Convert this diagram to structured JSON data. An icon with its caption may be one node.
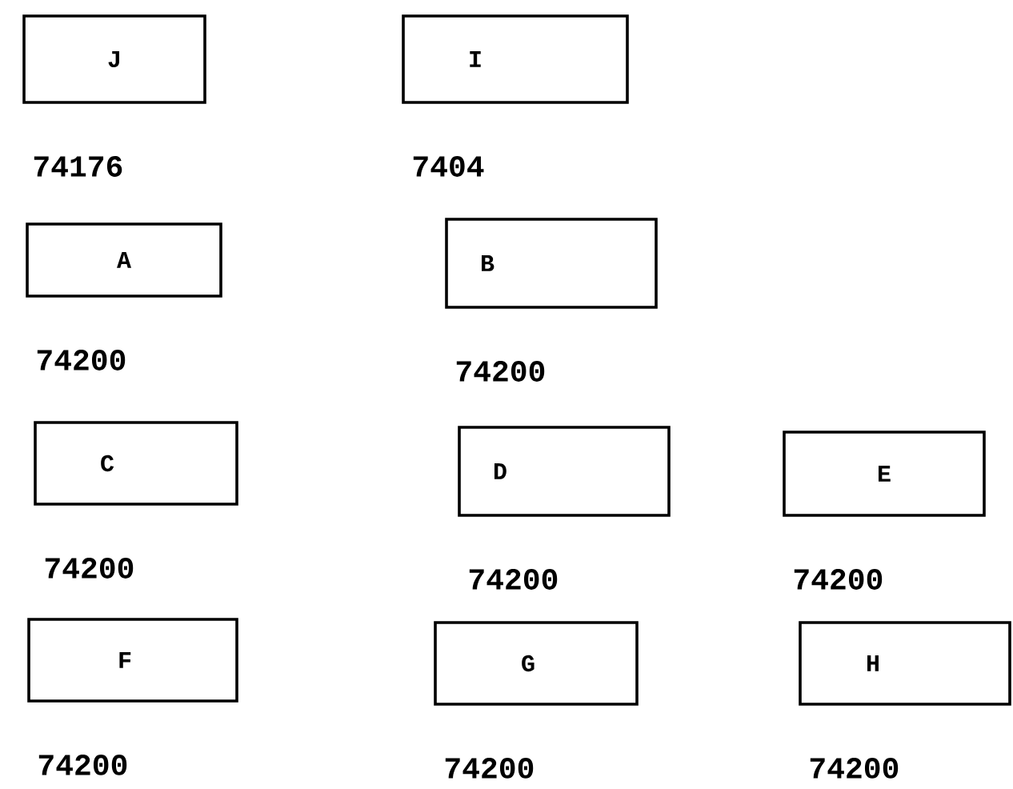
{
  "diagram": {
    "nodes": [
      {
        "text": [
          "J"
        ],
        "beside": [
          "74176"
        ]
      },
      {
        "text": [
          "I"
        ],
        "beside": [
          "7404"
        ]
      },
      {
        "text": [
          "A"
        ],
        "beside": [
          "74200"
        ]
      },
      {
        "text": [
          "B"
        ],
        "beside": [
          "74200"
        ]
      },
      {
        "text": [
          "C"
        ],
        "beside": [
          "74200"
        ]
      },
      {
        "text": [
          "D"
        ],
        "beside": [
          "74200"
        ]
      },
      {
        "text": [
          "E"
        ],
        "beside": [
          "74200"
        ]
      },
      {
        "text": [
          "F"
        ],
        "beside": [
          "74200"
        ]
      },
      {
        "text": [
          "G"
        ],
        "beside": [
          "74200"
        ]
      },
      {
        "text": [
          "H"
        ],
        "beside": [
          "74200"
        ]
      }
    ]
  }
}
